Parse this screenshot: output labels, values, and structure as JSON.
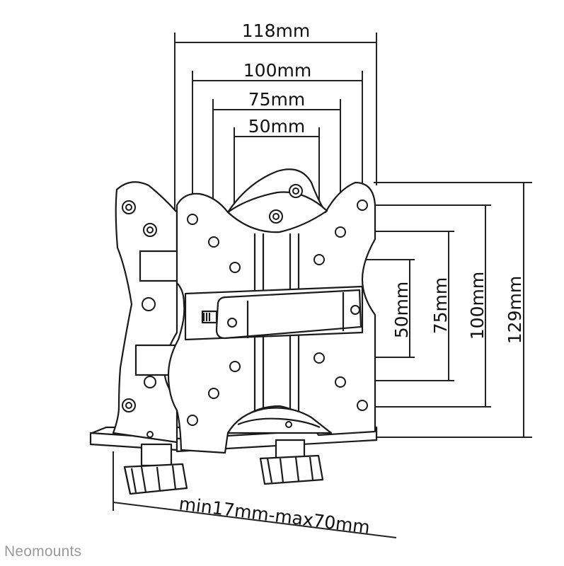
{
  "dimensions": {
    "width_118": "118mm",
    "width_100": "100mm",
    "width_75": "75mm",
    "width_50": "50mm",
    "height_50": "50mm",
    "height_75": "75mm",
    "height_100": "100mm",
    "height_129": "129mm",
    "clamp_range": "min17mm-max70mm"
  },
  "brand": "Neomounts"
}
